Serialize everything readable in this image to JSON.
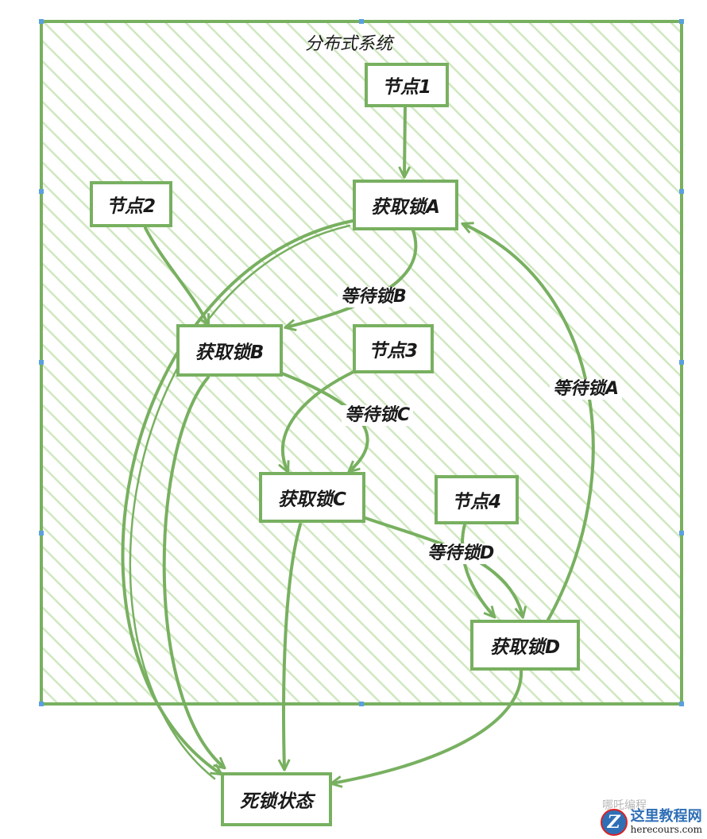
{
  "diagram": {
    "group_title": "分布式系统",
    "nodes": {
      "node1": "节点1",
      "node2": "节点2",
      "node3": "节点3",
      "node4": "节点4",
      "lock_a": "获取锁A",
      "lock_b": "获取锁B",
      "lock_c": "获取锁C",
      "lock_d": "获取锁D",
      "deadlock": "死锁状态"
    },
    "edge_labels": {
      "wait_b": "等待锁B",
      "wait_c": "等待锁C",
      "wait_d": "等待锁D",
      "wait_a": "等待锁A"
    },
    "edges": [
      {
        "from": "node1",
        "to": "lock_a"
      },
      {
        "from": "node2",
        "to": "lock_b"
      },
      {
        "from": "node3",
        "to": "lock_c"
      },
      {
        "from": "node4",
        "to": "lock_d"
      },
      {
        "from": "lock_a",
        "to": "lock_b",
        "label": "等待锁B"
      },
      {
        "from": "lock_b",
        "to": "lock_c",
        "label": "等待锁C"
      },
      {
        "from": "lock_c",
        "to": "lock_d",
        "label": "等待锁D"
      },
      {
        "from": "lock_d",
        "to": "lock_a",
        "label": "等待锁A"
      },
      {
        "from": "lock_a",
        "to": "deadlock"
      },
      {
        "from": "lock_b",
        "to": "deadlock"
      },
      {
        "from": "lock_c",
        "to": "deadlock"
      },
      {
        "from": "lock_d",
        "to": "deadlock"
      }
    ]
  },
  "colors": {
    "stroke": "#78b060",
    "hatch": "#cfe8c0",
    "text": "#1a1a1a"
  },
  "watermark": {
    "logo_letter": "Z",
    "site_name": "这里教程网",
    "site_url": "herecours.com",
    "faint_text": "哪吒编程"
  }
}
